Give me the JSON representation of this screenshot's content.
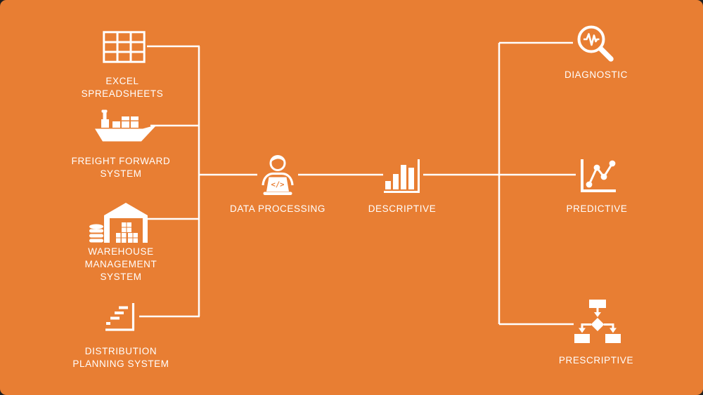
{
  "colors": {
    "background": "#E87E33",
    "foreground": "#FFFFFF",
    "corner_backdrop": "#1F1F1F"
  },
  "flow": {
    "sources": [
      {
        "label": "EXCEL SPREADSHEETS",
        "icon": "spreadsheet-table-icon"
      },
      {
        "label": "FREIGHT FORWARD SYSTEM",
        "icon": "cargo-ship-icon"
      },
      {
        "label": "WAREHOUSE MANAGEMENT SYSTEM",
        "icon": "warehouse-icon"
      },
      {
        "label": "DISTRIBUTION PLANNING SYSTEM",
        "icon": "gantt-bars-icon"
      }
    ],
    "process": {
      "label": "DATA PROCESSING",
      "icon": "person-coding-icon"
    },
    "analysis": {
      "label": "DESCRIPTIVE",
      "icon": "bar-chart-icon"
    },
    "outputs": [
      {
        "label": "DIAGNOSTIC",
        "icon": "magnifier-pulse-icon"
      },
      {
        "label": "PREDICTIVE",
        "icon": "line-chart-dots-icon"
      },
      {
        "label": "PRESCRIPTIVE",
        "icon": "flowchart-icon"
      }
    ]
  }
}
